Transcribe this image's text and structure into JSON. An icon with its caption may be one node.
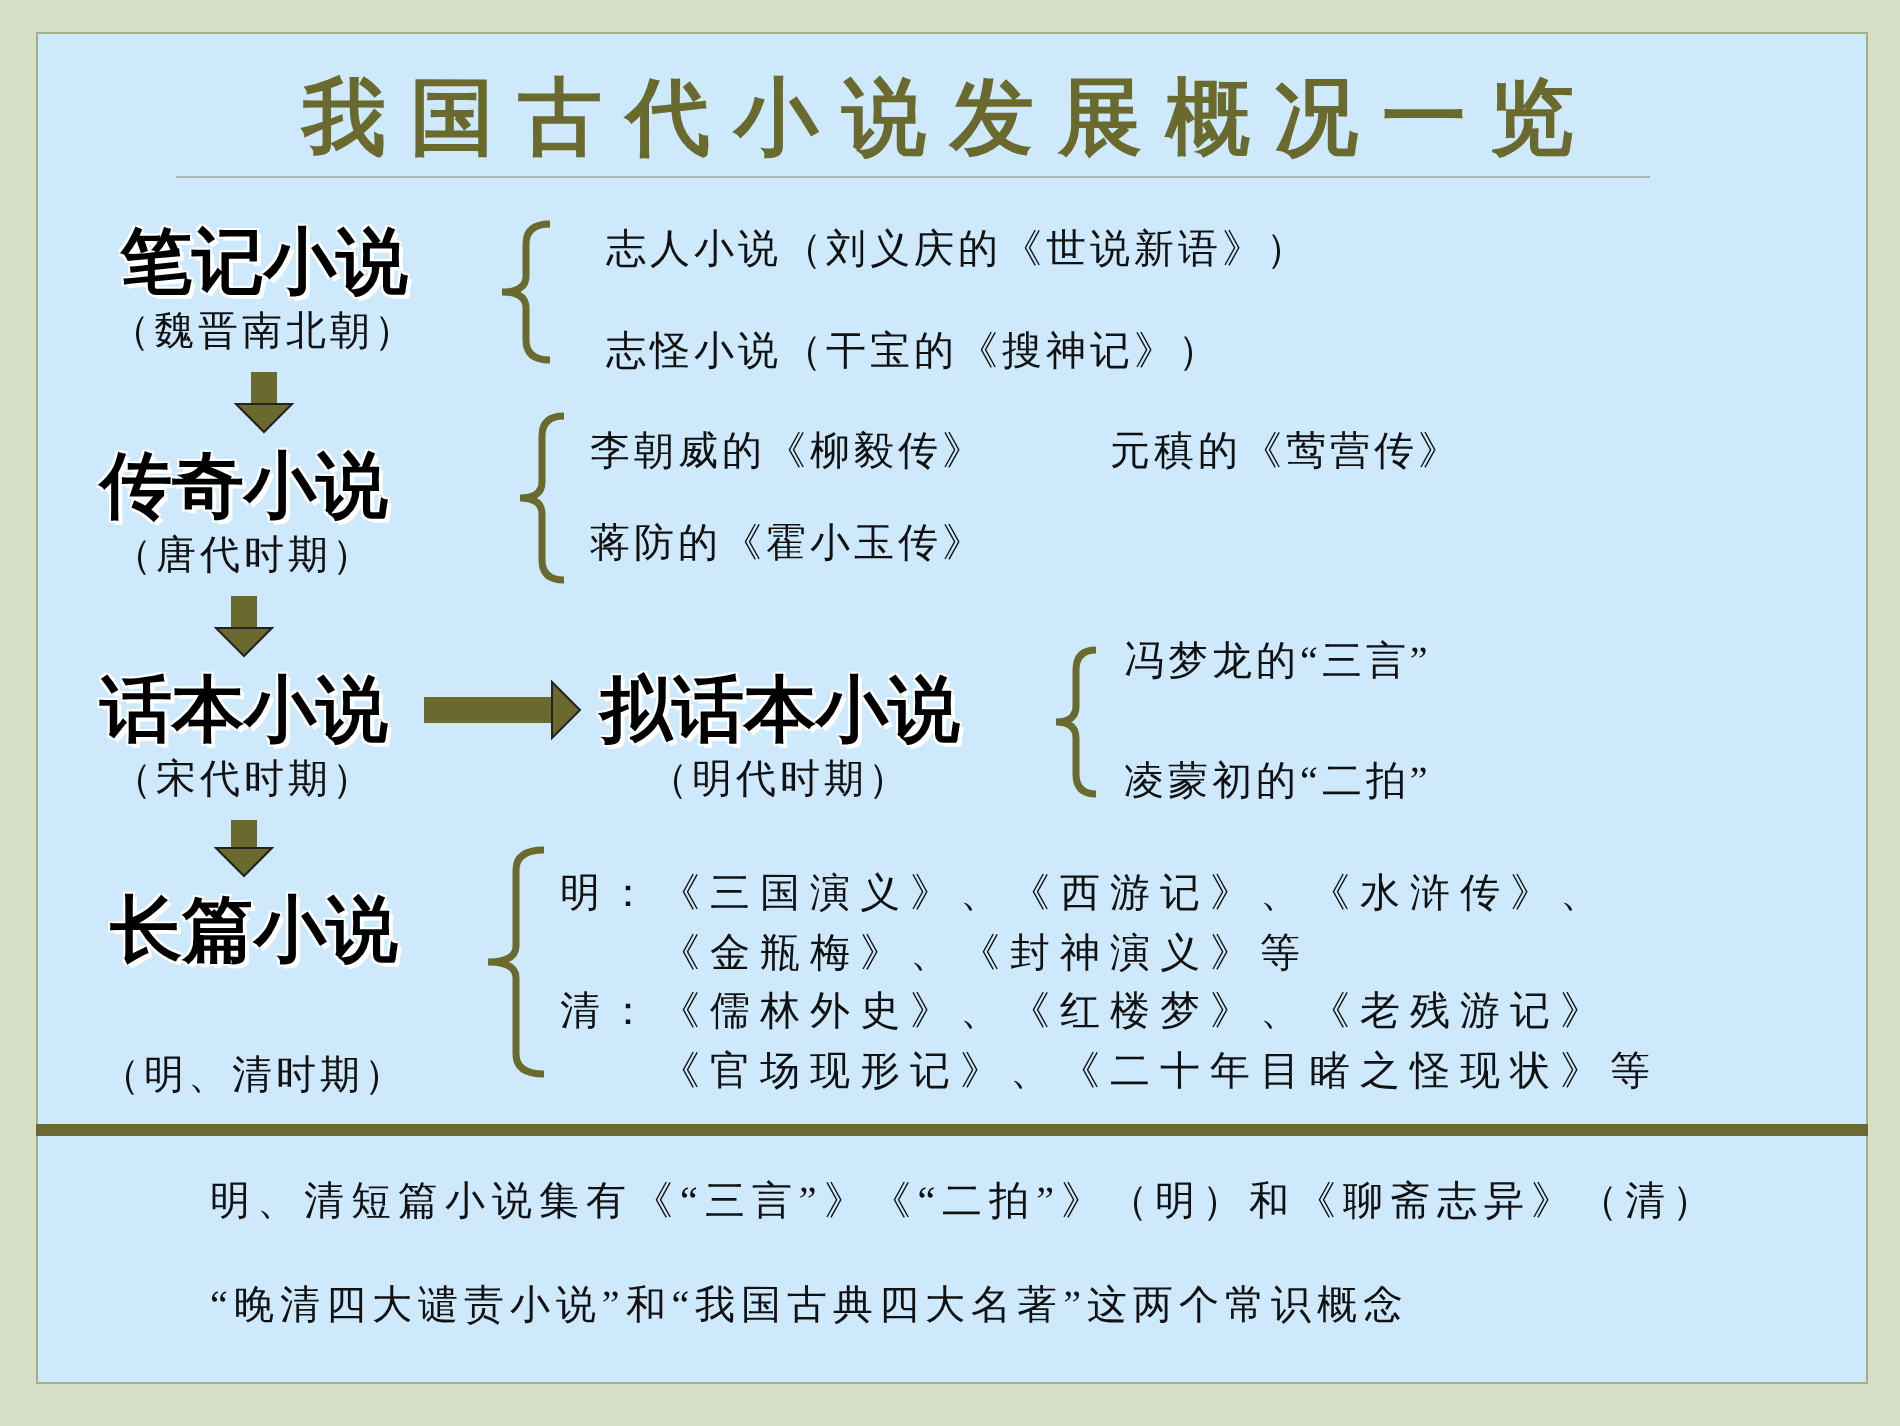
{
  "diagram": {
    "title": "我国古代小说发展概况一览",
    "nodes": [
      {
        "text": [
          "笔记小说",
          "（魏晋南北朝）"
        ]
      },
      {
        "text": [
          "传奇小说",
          "（唐代时期）"
        ]
      },
      {
        "text": [
          "话本小说",
          "（宋代时期）"
        ]
      },
      {
        "text": [
          "拟话本小说",
          "（明代时期）"
        ]
      },
      {
        "text": [
          "长篇小说",
          "（明、清时期）"
        ]
      }
    ],
    "edges": [
      {
        "from": 0,
        "to": 1,
        "arrow": "to"
      },
      {
        "from": 1,
        "to": 2,
        "arrow": "to"
      },
      {
        "from": 2,
        "to": 3,
        "arrow": "to"
      },
      {
        "from": 2,
        "to": 4,
        "arrow": "to"
      }
    ],
    "labels": [
      "志人小说（刘义庆的《世说新语》）",
      "志怪小说（干宝的《搜神记》）",
      "李朝威的《柳毅传》",
      "元稹的《莺营传》",
      "蒋防的《霍小玉传》",
      "冯梦龙的“三言”",
      "凌蒙初的“二拍”",
      "明：",
      "《三国演义》、《西游记》、《水浒传》、《金瓶梅》、《封神演义》等",
      "清：",
      "《儒林外史》、《红楼梦》、《老残游记》《官场现形记》、《二十年目睹之怪现状》等",
      "明、清短篇小说集有《“三言”》《“二拍”》（明）和《聊斋志异》（清）",
      "“晚清四大谴责小说”和“我国古典四大名著”这两个常识概念"
    ]
  }
}
